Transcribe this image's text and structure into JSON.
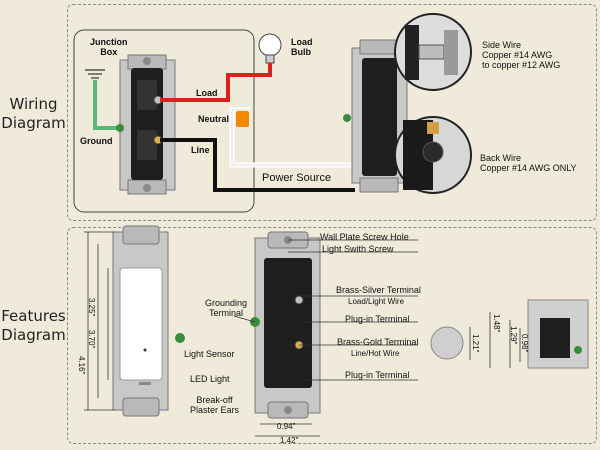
{
  "sections": {
    "wiring": {
      "title_line1": "Wiring",
      "title_line2": "Diagram"
    },
    "features": {
      "title_line1": "Features",
      "title_line2": "Diagram"
    }
  },
  "wiring": {
    "junction_box": {
      "line1": "Junction",
      "line2": "Box"
    },
    "load_bulb": {
      "line1": "Load",
      "line2": "Bulb"
    },
    "wire_labels": {
      "load": "Load",
      "neutral": "Neutral",
      "line": "Line",
      "ground": "Ground",
      "power_source": "Power Source"
    },
    "side_wire": {
      "line1": "Side Wire",
      "line2": "Copper #14 AWG",
      "line3": "to copper #12 AWG"
    },
    "back_wire": {
      "line1": "Back Wire",
      "line2": "Copper #14 AWG ONLY"
    }
  },
  "features": {
    "callouts": {
      "wall_plate_screw_hole": "Wall Plate Screw Hole",
      "light_switch_screw": "Light Swith Screw",
      "brass_silver_terminal": "Brass-Silver Terminal",
      "load_light_wire": "Load/Light Wire",
      "plug_in_terminal_1": "Plug-in Terminal",
      "brass_gold_terminal": "Brass-Gold Terminal",
      "line_hot_wire": "Line/Hot Wire",
      "plug_in_terminal_2": "Plug-in Terminal",
      "grounding_terminal_line1": "Grounding",
      "grounding_terminal_line2": "Terminal",
      "light_sensor": "Light Sensor",
      "led_light": "LED Light",
      "break_off_line1": "Break-off",
      "break_off_line2": "Plaster Ears"
    },
    "dimensions": {
      "d325": "3.25\"",
      "d370": "3.70\"",
      "d416": "4.16\"",
      "d094": "0.94\"",
      "d142": "1.42\"",
      "d148": "1.48\"",
      "d129": "1.29\"",
      "d121": "1.21\"",
      "d098": "0.98\""
    }
  },
  "colors": {
    "background": "#f0eadb",
    "load_wire": "#e02020",
    "line_wire": "#111111",
    "neutral_wire": "#ffffff",
    "ground_wire": "#5cb87a",
    "wire_nut": "#f08a00"
  }
}
